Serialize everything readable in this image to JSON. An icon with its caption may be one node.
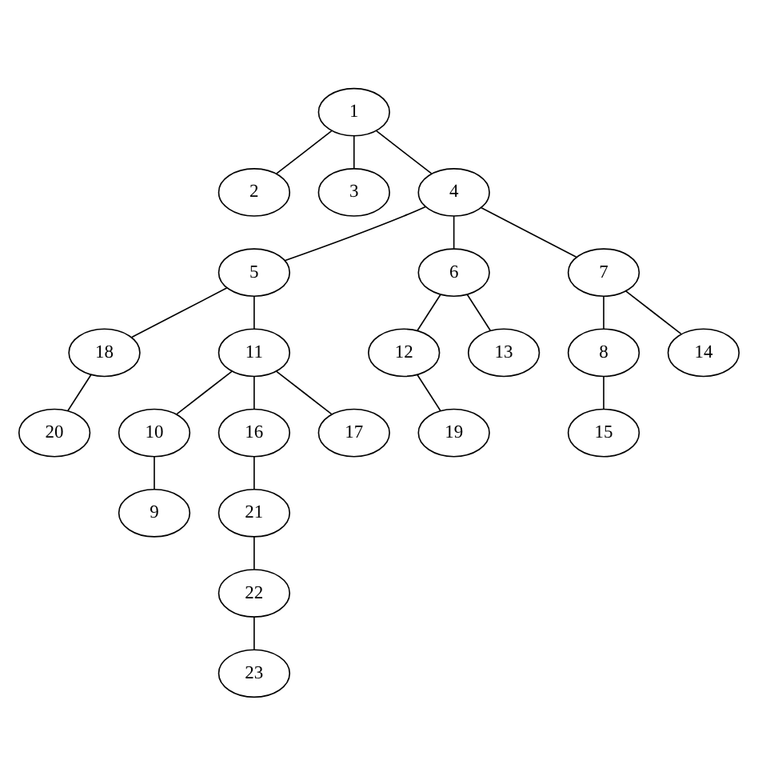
{
  "diagram": {
    "nodes": [
      {
        "text": [
          "1"
        ]
      },
      {
        "text": [
          "2"
        ]
      },
      {
        "text": [
          "3"
        ]
      },
      {
        "text": [
          "4"
        ]
      },
      {
        "text": [
          "5"
        ]
      },
      {
        "text": [
          "6"
        ]
      },
      {
        "text": [
          "7"
        ]
      },
      {
        "text": [
          "18"
        ]
      },
      {
        "text": [
          "11"
        ]
      },
      {
        "text": [
          "12"
        ]
      },
      {
        "text": [
          "13"
        ]
      },
      {
        "text": [
          "8"
        ]
      },
      {
        "text": [
          "14"
        ]
      },
      {
        "text": [
          "20"
        ]
      },
      {
        "text": [
          "10"
        ]
      },
      {
        "text": [
          "16"
        ]
      },
      {
        "text": [
          "17"
        ]
      },
      {
        "text": [
          "19"
        ]
      },
      {
        "text": [
          "15"
        ]
      },
      {
        "text": [
          "9"
        ]
      },
      {
        "text": [
          "21"
        ]
      },
      {
        "text": [
          "22"
        ]
      },
      {
        "text": [
          "23"
        ]
      }
    ],
    "edges": [
      {
        "from": 0,
        "to": 1,
        "arrow": "none"
      },
      {
        "from": 0,
        "to": 2,
        "arrow": "none"
      },
      {
        "from": 0,
        "to": 3,
        "arrow": "none"
      },
      {
        "from": 3,
        "to": 4,
        "arrow": "none"
      },
      {
        "from": 3,
        "to": 5,
        "arrow": "none"
      },
      {
        "from": 3,
        "to": 6,
        "arrow": "none"
      },
      {
        "from": 4,
        "to": 7,
        "arrow": "none"
      },
      {
        "from": 4,
        "to": 8,
        "arrow": "none"
      },
      {
        "from": 5,
        "to": 9,
        "arrow": "none"
      },
      {
        "from": 5,
        "to": 10,
        "arrow": "none"
      },
      {
        "from": 6,
        "to": 11,
        "arrow": "none"
      },
      {
        "from": 6,
        "to": 12,
        "arrow": "none"
      },
      {
        "from": 7,
        "to": 13,
        "arrow": "none"
      },
      {
        "from": 8,
        "to": 14,
        "arrow": "none"
      },
      {
        "from": 8,
        "to": 15,
        "arrow": "none"
      },
      {
        "from": 8,
        "to": 16,
        "arrow": "none"
      },
      {
        "from": 9,
        "to": 17,
        "arrow": "none"
      },
      {
        "from": 11,
        "to": 18,
        "arrow": "none"
      },
      {
        "from": 14,
        "to": 19,
        "arrow": "none"
      },
      {
        "from": 15,
        "to": 20,
        "arrow": "none"
      },
      {
        "from": 20,
        "to": 21,
        "arrow": "none"
      },
      {
        "from": 21,
        "to": 22,
        "arrow": "none"
      }
    ]
  }
}
